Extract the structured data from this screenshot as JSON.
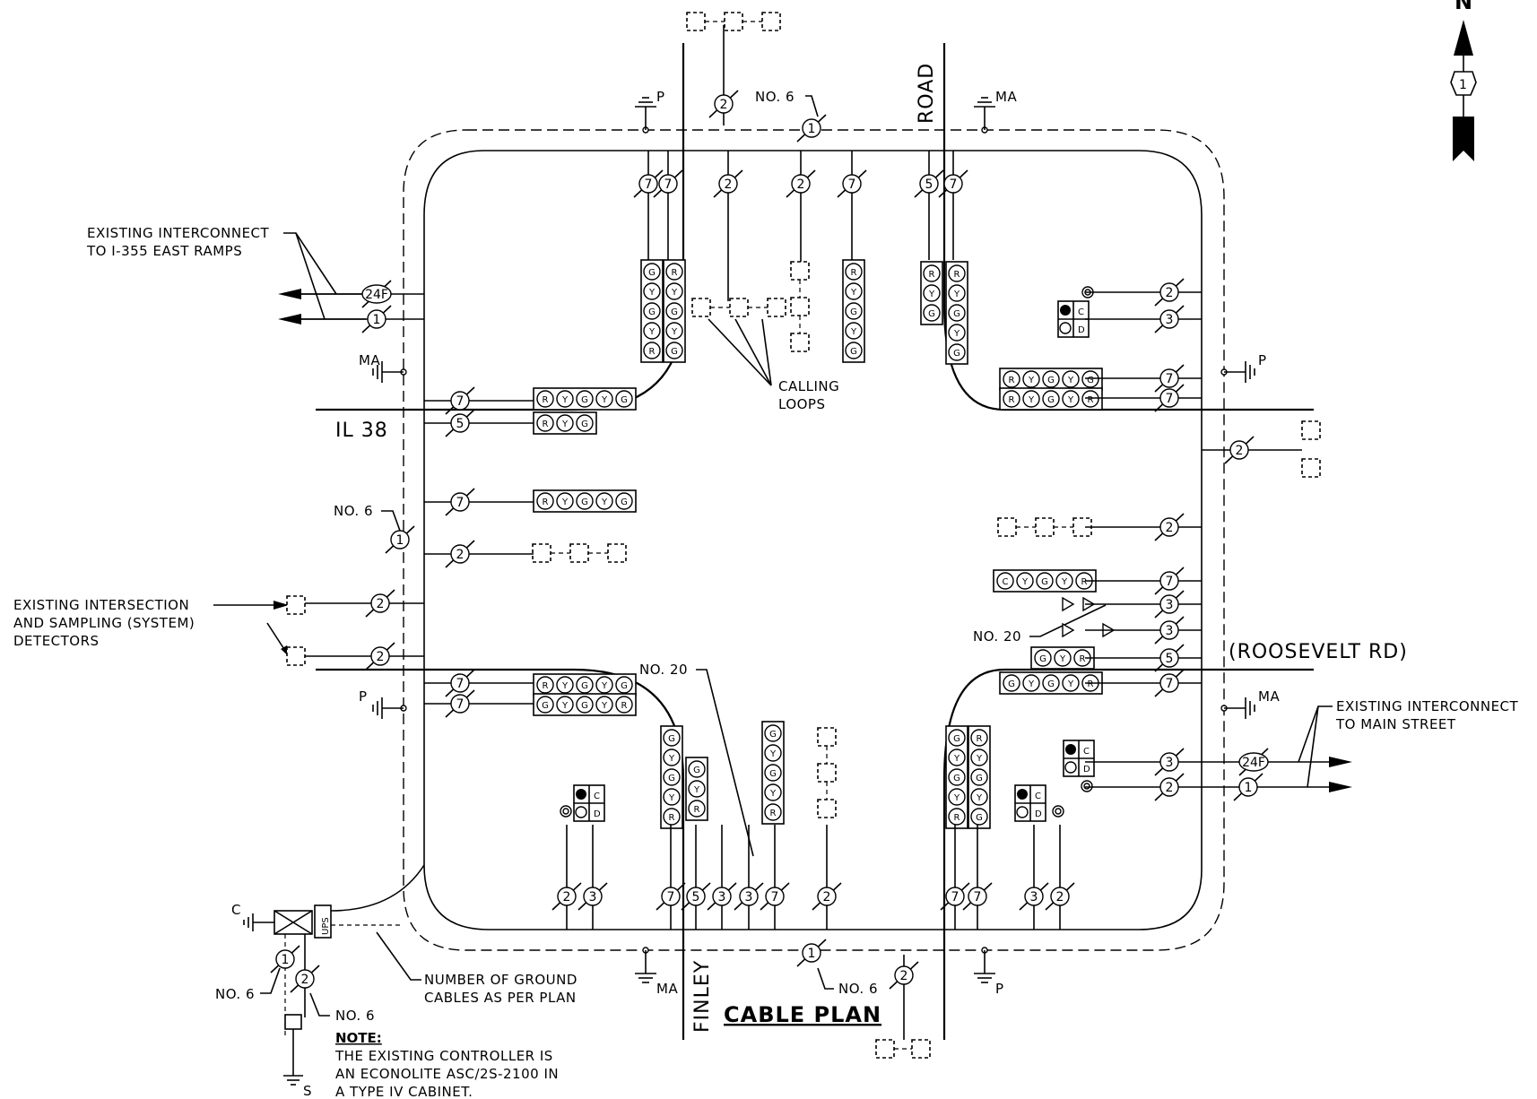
{
  "title": "CABLE PLAN",
  "roads": {
    "west_street": "IL 38",
    "east_street": "(ROOSEVELT RD)",
    "north_street": "ROAD",
    "south_street": "FINLEY"
  },
  "callouts": {
    "ex_interconnect_west": [
      "EXISTING INTERCONNECT",
      "TO I-355 EAST RAMPS"
    ],
    "ex_interconnect_east": [
      "EXISTING INTERCONNECT",
      "TO MAIN STREET"
    ],
    "ex_detectors": [
      "EXISTING INTERSECTION",
      "AND SAMPLING (SYSTEM)",
      "DETECTORS"
    ],
    "calling_loops": [
      "CALLING",
      "LOOPS"
    ],
    "ground_cables": [
      "NUMBER OF GROUND",
      "CABLES AS PER PLAN"
    ],
    "no6": "NO. 6",
    "no20": "NO. 20",
    "ups": "UPS"
  },
  "note": {
    "heading": "NOTE:",
    "lines": [
      "THE EXISTING CONTROLLER IS",
      "AN ECONOLITE ASC/2S-2100 IN",
      "A TYPE IV CABINET."
    ]
  },
  "ground_labels": {
    "p": "P",
    "ma": "MA",
    "c": "C",
    "s": "S"
  },
  "cable_counts": [
    "1",
    "2",
    "3",
    "5",
    "7",
    "24F"
  ],
  "signal_letters": {
    "r": "R",
    "y": "Y",
    "g": "G",
    "c": "C",
    "d": "D"
  },
  "north_arrow": {
    "label": "N",
    "route": "1"
  }
}
